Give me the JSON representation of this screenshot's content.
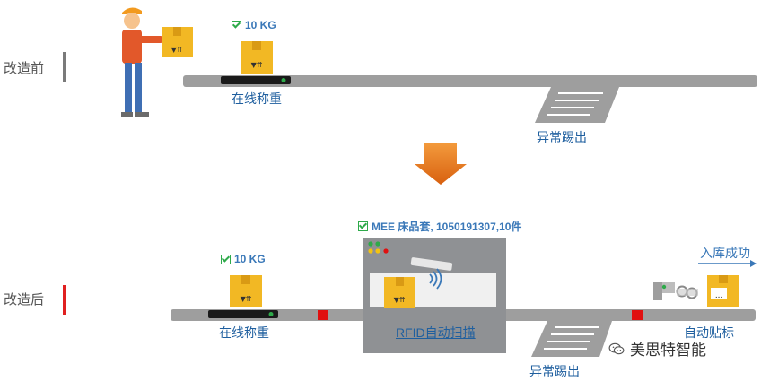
{
  "before": {
    "section_label": "改造前",
    "weight_label": "10 KG",
    "scale_label": "在线称重",
    "reject_label": "异常踢出",
    "marker_color": "#7a7a7a"
  },
  "after": {
    "section_label": "改造后",
    "weight_label": "10 KG",
    "scale_label": "在线称重",
    "scan_info": "MEE 床品套, 1050191307,10件",
    "rfid_label": "RFID自动扫描",
    "reject_label": "异常踢出",
    "labeling_label": "自动贴标",
    "warehouse_label": "入库成功",
    "marker_color": "#e02020"
  },
  "label_printer_text": "...",
  "watermark": {
    "text": "美思特智能",
    "icon": "wechat-icon"
  },
  "colors": {
    "conveyor": "#9e9e9e",
    "box": "#f2b824",
    "arrow": "#e8741e",
    "label_blue": "#1f5f9f",
    "check_green": "#2eaa4a",
    "stop_red": "#e01010"
  }
}
